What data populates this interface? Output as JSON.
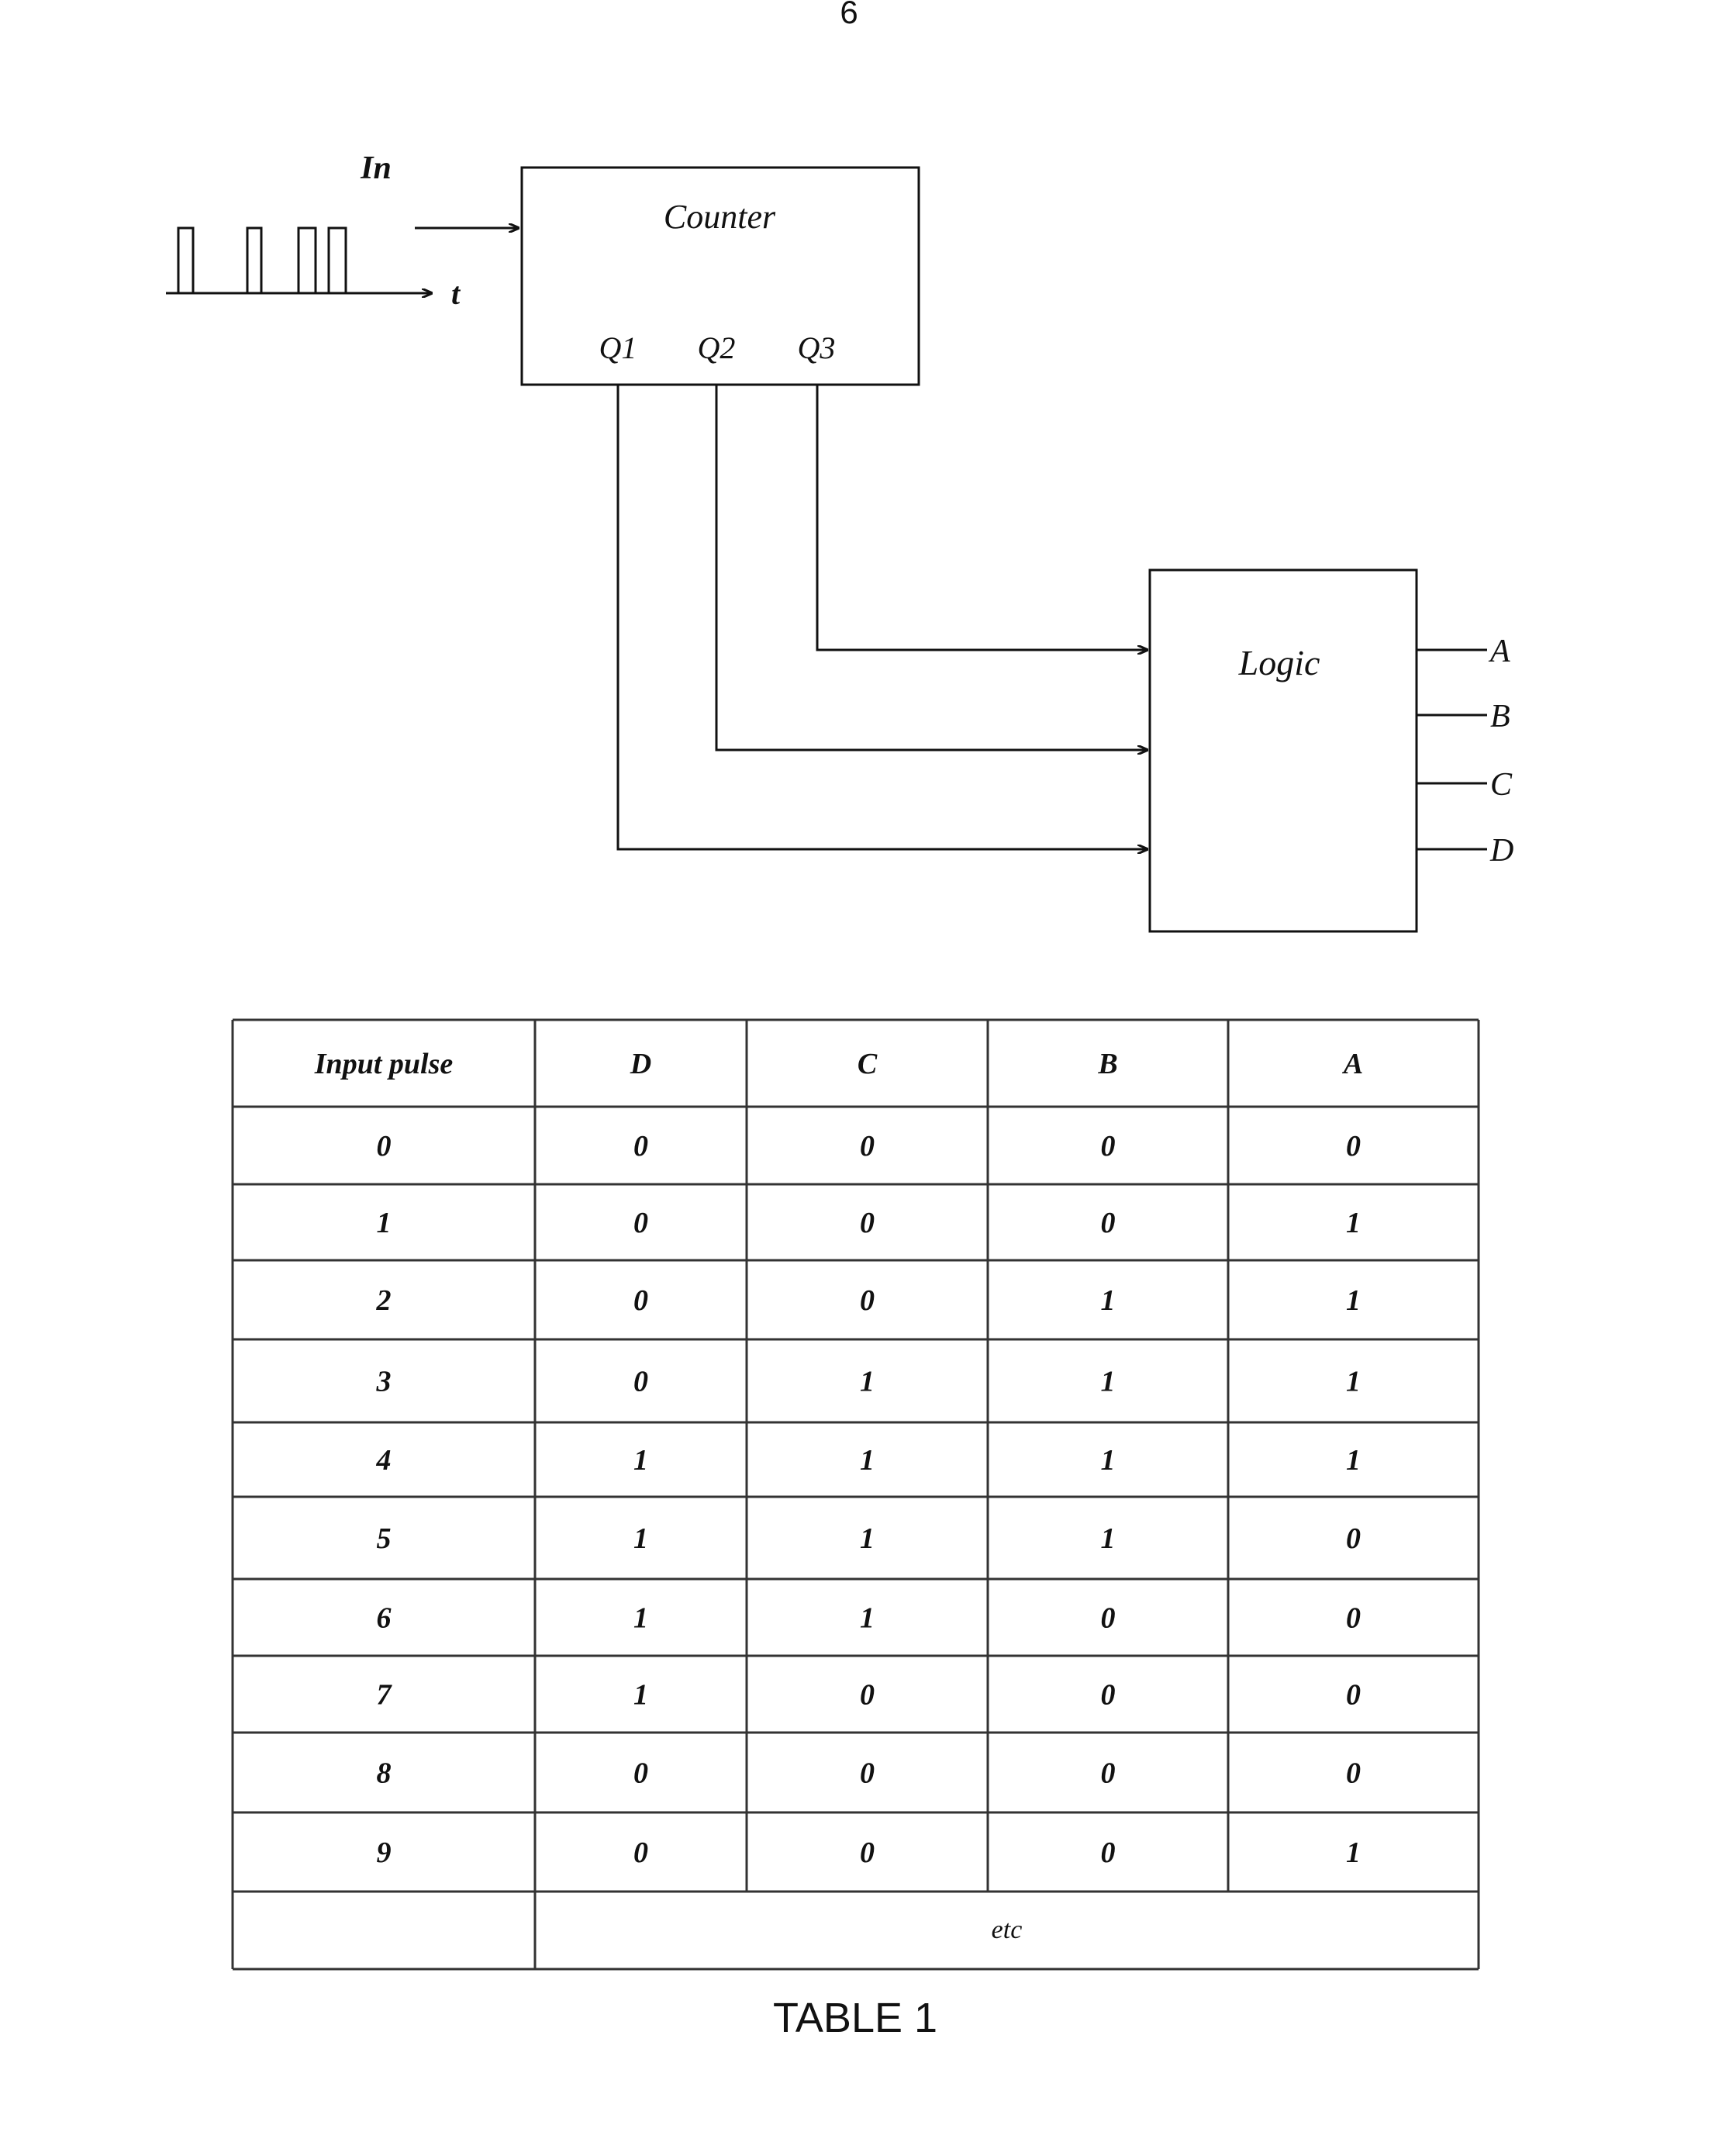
{
  "page_number": "6",
  "diagram": {
    "input_label": "In",
    "time_label": "t",
    "counter": {
      "title": "Counter",
      "outputs": [
        "Q1",
        "Q2",
        "Q3"
      ]
    },
    "logic": {
      "title": "Logic",
      "outputs": [
        "A",
        "B",
        "C",
        "D"
      ]
    }
  },
  "table": {
    "headers": [
      "Input pulse",
      "D",
      "C",
      "B",
      "A"
    ],
    "rows": [
      [
        "0",
        "0",
        "0",
        "0",
        "0"
      ],
      [
        "1",
        "0",
        "0",
        "0",
        "1"
      ],
      [
        "2",
        "0",
        "0",
        "1",
        "1"
      ],
      [
        "3",
        "0",
        "1",
        "1",
        "1"
      ],
      [
        "4",
        "1",
        "1",
        "1",
        "1"
      ],
      [
        "5",
        "1",
        "1",
        "1",
        "0"
      ],
      [
        "6",
        "1",
        "1",
        "0",
        "0"
      ],
      [
        "7",
        "1",
        "0",
        "0",
        "0"
      ],
      [
        "8",
        "0",
        "0",
        "0",
        "0"
      ],
      [
        "9",
        "0",
        "0",
        "0",
        "1"
      ]
    ],
    "footer": "etc",
    "caption": "TABLE 1"
  }
}
